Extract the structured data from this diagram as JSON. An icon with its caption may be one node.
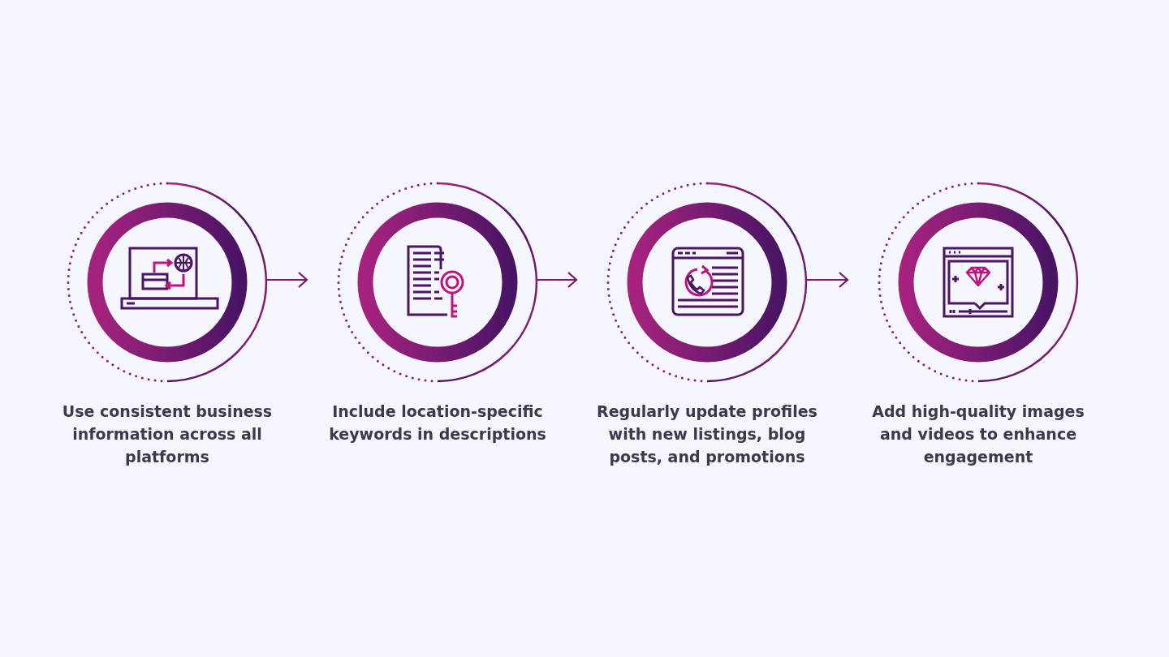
{
  "diagram": {
    "nodes": [
      {
        "text": [
          "Use consistent business information across all platforms"
        ]
      },
      {
        "text": [
          "Include location-specific keywords in descriptions"
        ]
      },
      {
        "text": [
          "Regularly update profiles with new listings, blog posts, and promotions"
        ]
      },
      {
        "text": [
          "Add high-quality images and videos to enhance engagement"
        ]
      }
    ],
    "edges": [
      {
        "from": 0,
        "to": 1,
        "arrow": "to"
      },
      {
        "from": 1,
        "to": 2,
        "arrow": "to"
      },
      {
        "from": 2,
        "to": 3,
        "arrow": "to"
      }
    ]
  }
}
